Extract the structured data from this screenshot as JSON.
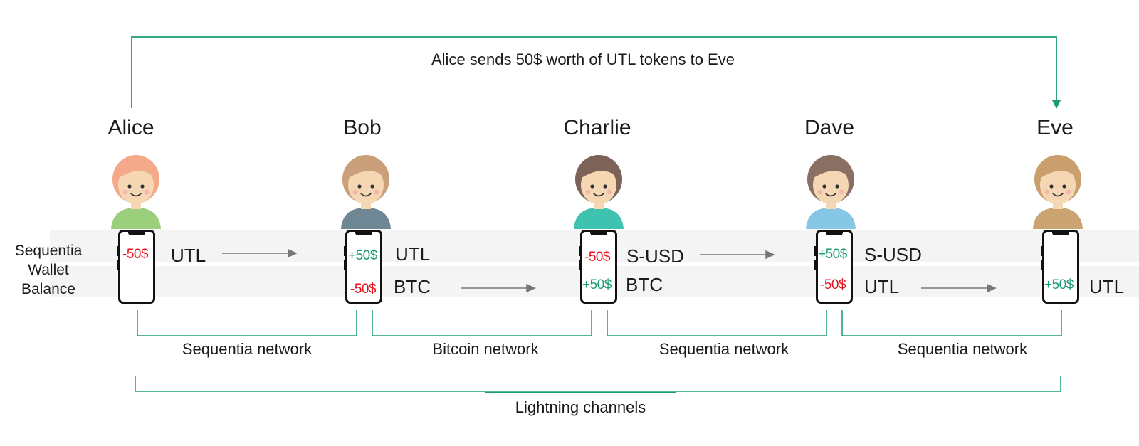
{
  "title": "Alice sends 50$ worth of UTL tokens to Eve",
  "side_label": [
    "Sequentia",
    "Wallet",
    "Balance"
  ],
  "people": [
    {
      "name": "Alice",
      "hair": "#f4a98a",
      "shirt": "#9ccf7c"
    },
    {
      "name": "Bob",
      "hair": "#c9a07a",
      "shirt": "#6f8795"
    },
    {
      "name": "Charlie",
      "hair": "#7d6258",
      "shirt": "#3ec3b0"
    },
    {
      "name": "Dave",
      "hair": "#8a6f63",
      "shirt": "#86c7e6"
    },
    {
      "name": "Eve",
      "hair": "#c9a06d",
      "shirt": "#cba474"
    }
  ],
  "wallets": {
    "alice": {
      "top_value": "-50$",
      "top_token": "UTL"
    },
    "bob": {
      "top_value": "+50$",
      "top_token": "UTL",
      "bottom_value": "-50$",
      "bottom_token": "BTC"
    },
    "charlie": {
      "top_value": "-50$",
      "top_token": "S-USD",
      "bottom_value": "+50$",
      "bottom_token": "BTC"
    },
    "dave": {
      "top_value": "+50$",
      "top_token": "S-USD",
      "bottom_value": "-50$",
      "bottom_token": "UTL"
    },
    "eve": {
      "bottom_value": "+50$",
      "bottom_token": "UTL"
    }
  },
  "networks": [
    "Sequentia network",
    "Bitcoin network",
    "Sequentia network",
    "Sequentia network"
  ],
  "lightning_label": "Lightning channels",
  "colors": {
    "accent": "#1a9b74",
    "negative": "#e8111a",
    "positive": "#1a9b74",
    "arrow": "#777777",
    "band": "#f4f4f4"
  }
}
